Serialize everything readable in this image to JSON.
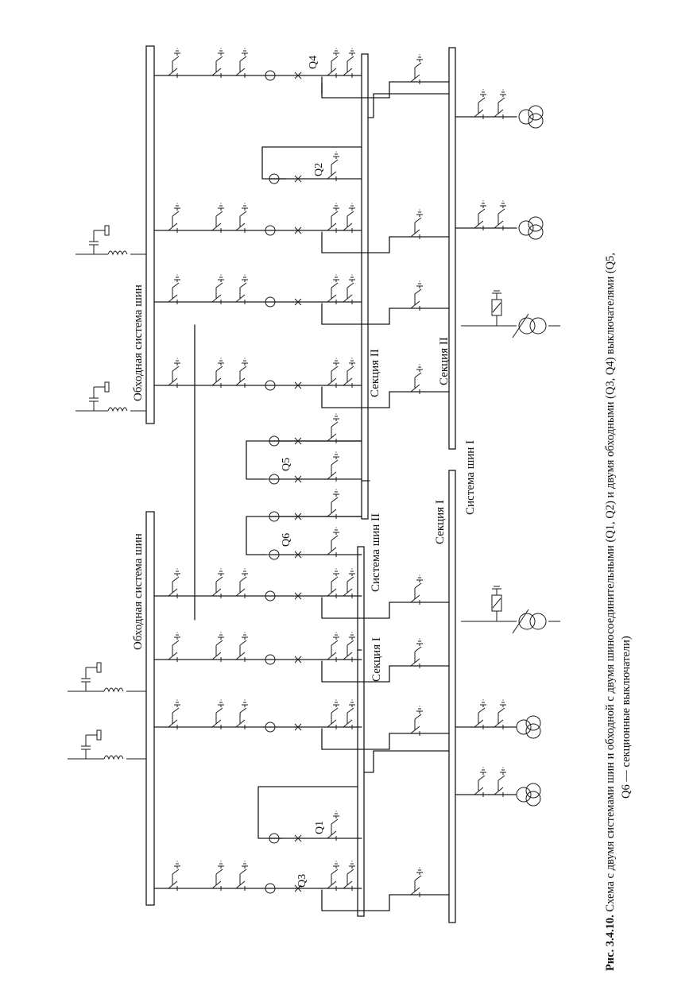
{
  "figure": {
    "number": "Рис. 3.4.10.",
    "caption_line1": "Схема с двумя системами шин и обходной с двумя шиносоединительными (Q1, Q2) и двумя обходными (Q3, Q4) выключателями (Q5,",
    "caption_line2": "Q6 — секционные выключатели)"
  },
  "buses": {
    "bypass_left": "Обходная система шин",
    "bypass_right": "Обходная система шин",
    "system1": "Система шин I",
    "system2": "Система шин II",
    "section1_sys1": "Секция I",
    "section1_sys2": "Секция I",
    "section2_sys1": "Секция II",
    "section2_sys2": "Секция II"
  },
  "breakers": {
    "q1": "Q1",
    "q2": "Q2",
    "q3": "Q3",
    "q4": "Q4",
    "q5": "Q5",
    "q6": "Q6"
  }
}
